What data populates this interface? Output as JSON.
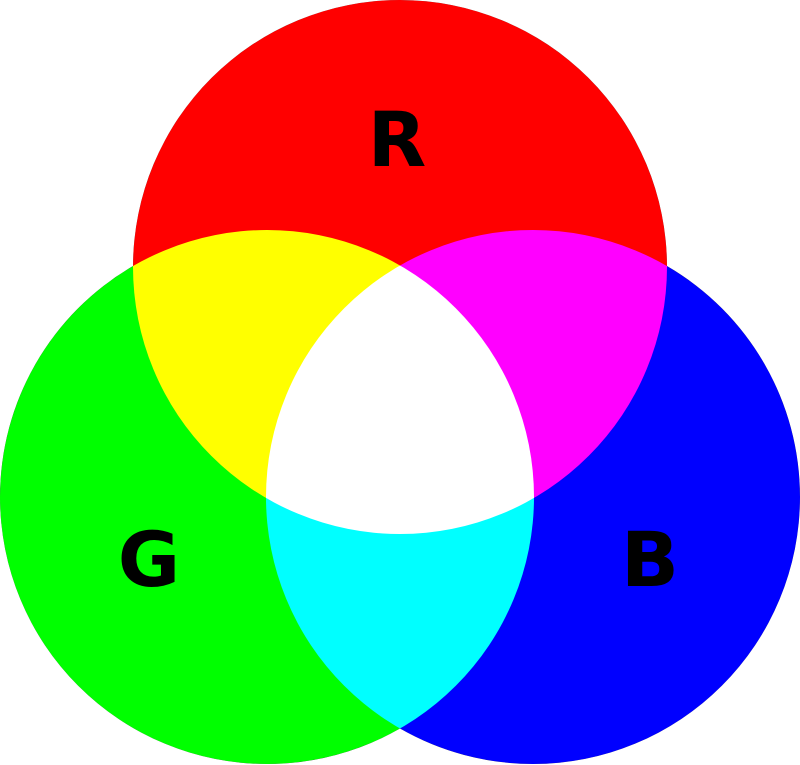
{
  "diagram": {
    "labels": {
      "red": "R",
      "green": "G",
      "blue": "B"
    },
    "colors": {
      "red": "#ff0000",
      "green": "#00ff00",
      "blue": "#0000ff",
      "yellow": "#ffff00",
      "magenta": "#ff00ff",
      "cyan": "#00ffff",
      "white": "#ffffff"
    }
  }
}
